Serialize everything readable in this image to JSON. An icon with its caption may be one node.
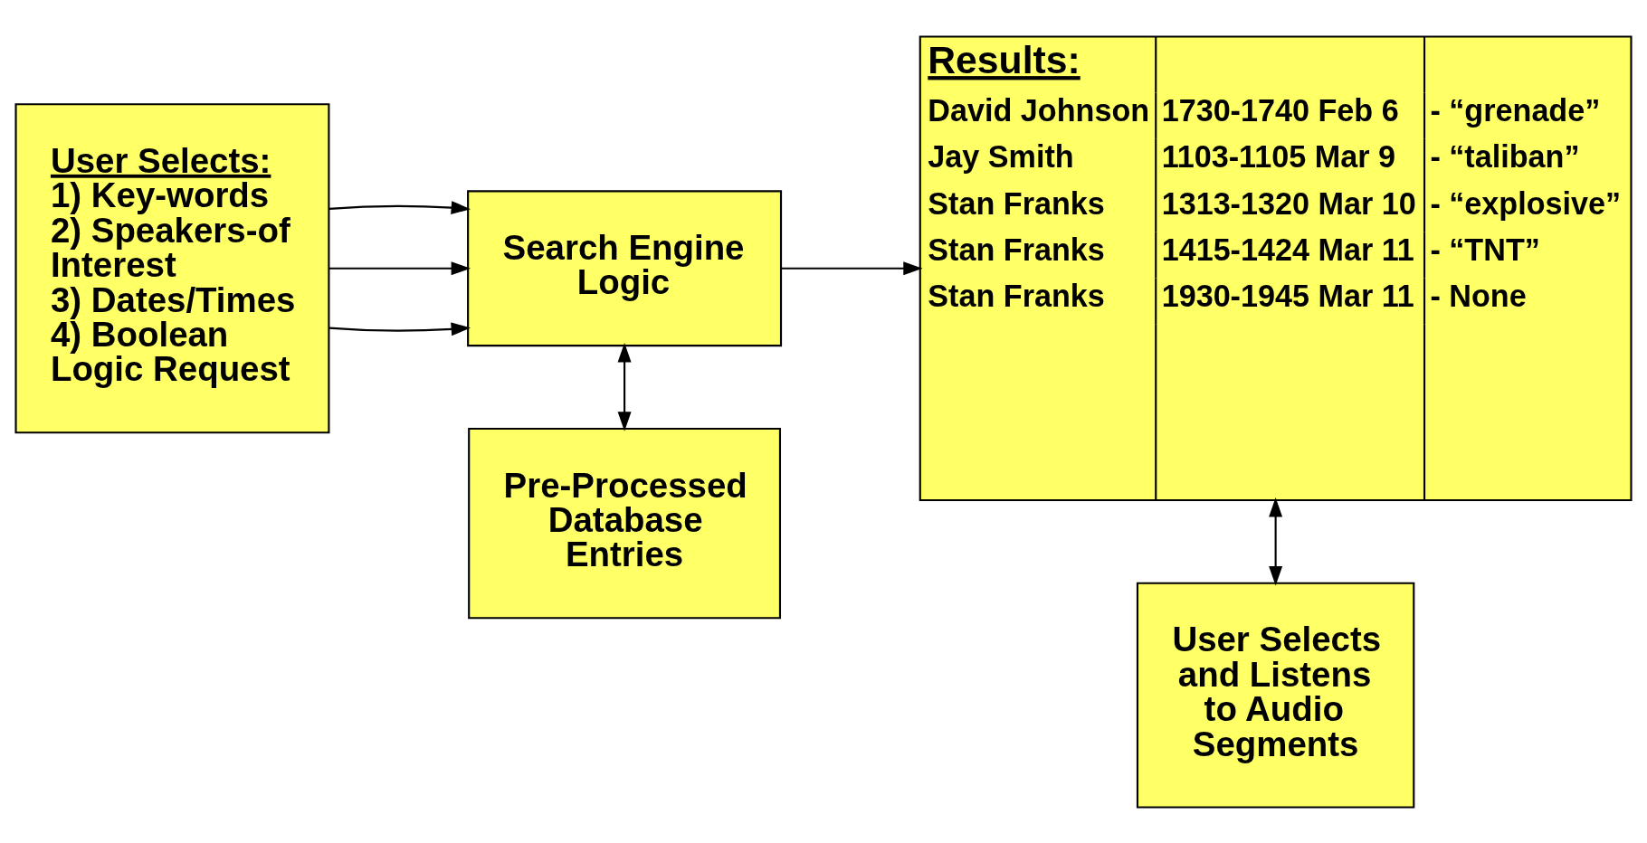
{
  "diagram": {
    "nodes": [
      {
        "text": [
          "User Selects:",
          "1) Key-words",
          "2) Speakers-of Interest",
          "3) Dates/Times",
          "4) Boolean Logic Request"
        ]
      },
      {
        "text": [
          "Search Engine Logic"
        ]
      },
      {
        "text": [
          "Results:",
          "David Johnson",
          "1730-1740 Feb 6",
          "- “grenade”",
          "Jay Smith",
          "1103-1105 Mar 9",
          "- “taliban”",
          "Stan Franks",
          "1313-1320 Mar 10",
          "- “explosive”",
          "Stan Franks",
          "1415-1424 Mar 11",
          "- “TNT”",
          "Stan Franks",
          "1930-1945 Mar 11",
          "- None"
        ]
      },
      {
        "text": [
          "Pre-Processed Database Entries"
        ]
      },
      {
        "text": [
          "User Selects and Listens to Audio Segments"
        ]
      }
    ],
    "edges": [
      {
        "from": 0,
        "to": 1,
        "arrow": "to"
      },
      {
        "from": 0,
        "to": 1,
        "arrow": "to"
      },
      {
        "from": 0,
        "to": 1,
        "arrow": "to"
      },
      {
        "from": 1,
        "to": 2,
        "arrow": "to"
      },
      {
        "from": 1,
        "to": 3,
        "arrow": "both"
      },
      {
        "from": 2,
        "to": 4,
        "arrow": "both"
      }
    ]
  }
}
